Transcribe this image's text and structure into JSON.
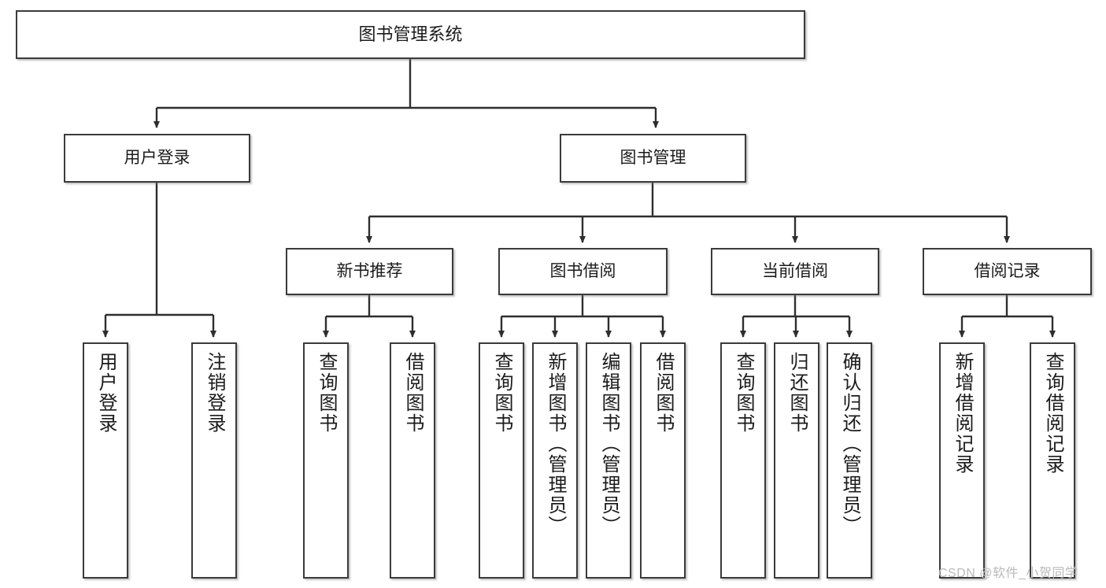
{
  "diagram": {
    "title": "图书管理系统",
    "type": "tree-hierarchy-diagram",
    "root": {
      "id": "root",
      "label": "图书管理系统"
    },
    "level2": [
      {
        "id": "user-login",
        "label": "用户登录"
      },
      {
        "id": "book-manage",
        "label": "图书管理"
      }
    ],
    "level3": [
      {
        "id": "new-book-rec",
        "label": "新书推荐"
      },
      {
        "id": "book-borrow",
        "label": "图书借阅"
      },
      {
        "id": "current-borrow",
        "label": "当前借阅"
      },
      {
        "id": "borrow-record",
        "label": "借阅记录"
      }
    ],
    "leaves": {
      "user_login": [
        {
          "id": "leaf-user-login",
          "label": "用户登录"
        },
        {
          "id": "leaf-logout",
          "label": "注销登录"
        }
      ],
      "new_book_rec": [
        {
          "id": "leaf-query-book-1",
          "label": "查询图书"
        },
        {
          "id": "leaf-borrow-book-1",
          "label": "借阅图书"
        }
      ],
      "book_borrow": [
        {
          "id": "leaf-query-book-2",
          "label": "查询图书"
        },
        {
          "id": "leaf-add-book",
          "label": "新增图书（管理员）"
        },
        {
          "id": "leaf-edit-book",
          "label": "编辑图书（管理员）"
        },
        {
          "id": "leaf-borrow-book-2",
          "label": "借阅图书"
        }
      ],
      "current_borrow": [
        {
          "id": "leaf-query-book-3",
          "label": "查询图书"
        },
        {
          "id": "leaf-return-book",
          "label": "归还图书"
        },
        {
          "id": "leaf-confirm-return",
          "label": "确认归还（管理员）"
        }
      ],
      "borrow_record": [
        {
          "id": "leaf-add-record",
          "label": "新增借阅记录"
        },
        {
          "id": "leaf-query-record",
          "label": "查询借阅记录"
        }
      ]
    }
  },
  "watermark": {
    "text": "CSDN @软件_小贺同学"
  },
  "colors": {
    "border": "#3b3b3b",
    "background": "#ffffff",
    "text": "#1b1b1b",
    "edge": "#2e2e2e",
    "watermark": "#b9b9b9"
  }
}
